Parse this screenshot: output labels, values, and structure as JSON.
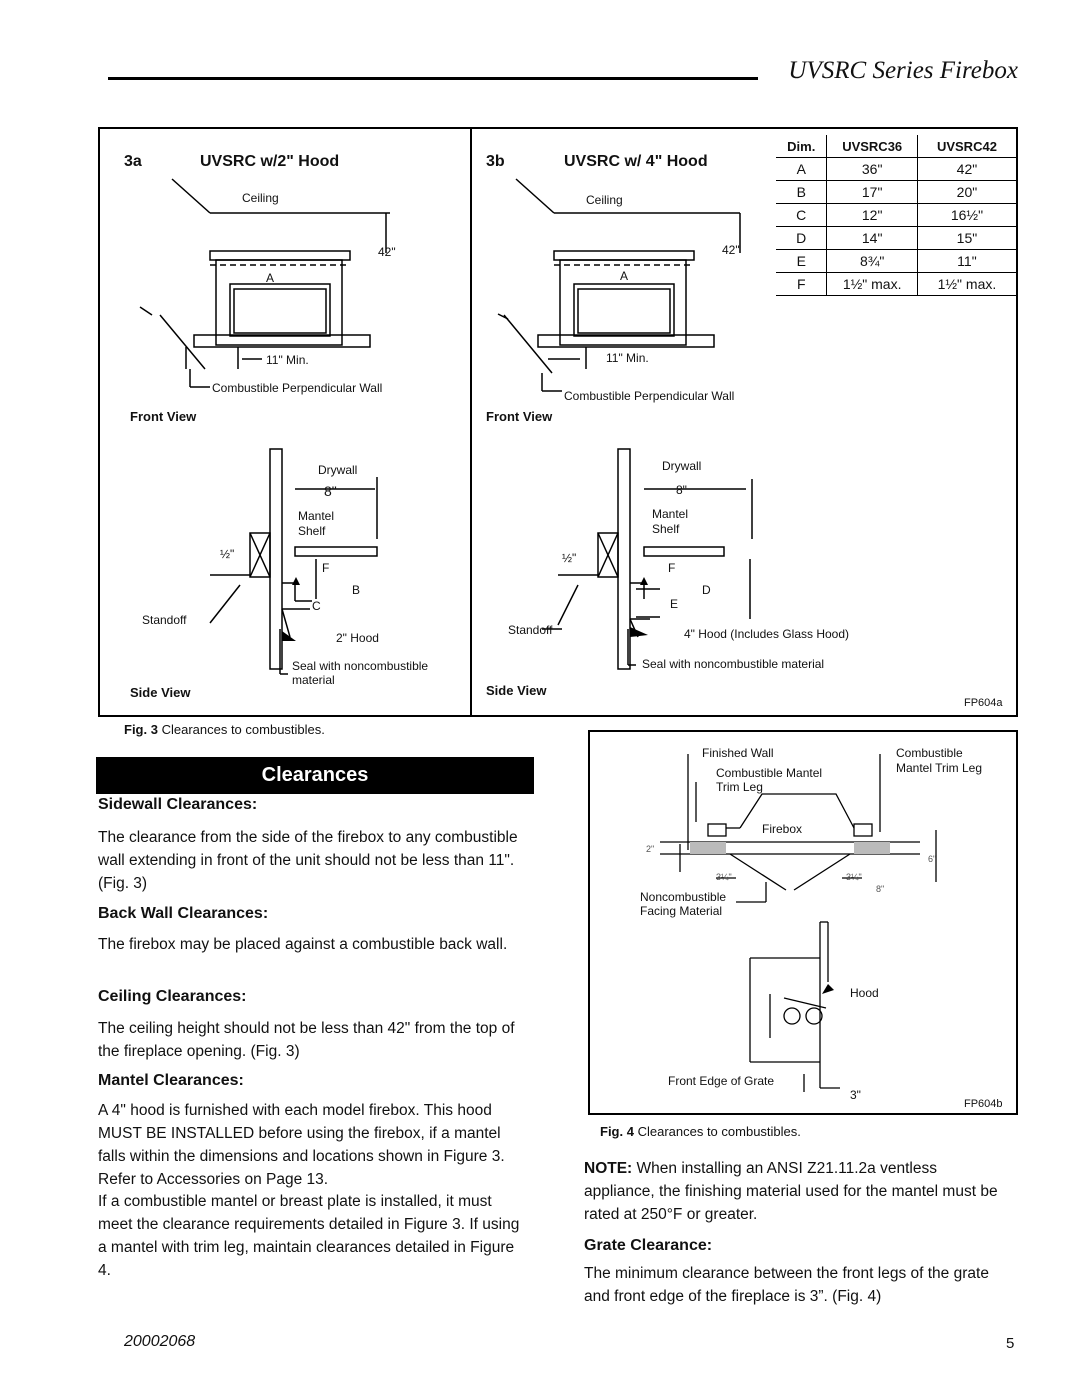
{
  "header": {
    "title": "UVSRC Series Firebox"
  },
  "figure3": {
    "panel_a": {
      "id": "3a",
      "title": "UVSRC w/2\" Hood"
    },
    "panel_b": {
      "id": "3b",
      "title": "UVSRC w/ 4\" Hood"
    },
    "labels": {
      "ceiling": "Ceiling",
      "h42": "42\"",
      "a": "A",
      "min11": "11\" Min.",
      "perp_wall": "Combustible Perpendicular Wall",
      "front_view": "Front View",
      "side_view": "Side View",
      "drywall": "Drywall",
      "eight": "8\"",
      "mantel": "Mantel",
      "shelf": "Shelf",
      "half": "½\"",
      "f": "F",
      "b": "B",
      "c": "C",
      "d": "D",
      "e": "E",
      "standoff": "Standoff",
      "hood2": "2\" Hood",
      "hood4": "4\" Hood (Includes Glass Hood)",
      "seal": "Seal with noncombustible",
      "seal2": "material",
      "seal_full": "Seal with noncombustible material",
      "code": "FP604a"
    },
    "table": {
      "headers": [
        "Dim.",
        "UVSRC36",
        "UVSRC42"
      ],
      "rows": [
        [
          "A",
          "36\"",
          "42\""
        ],
        [
          "B",
          "17\"",
          "20\""
        ],
        [
          "C",
          "12\"",
          "16½\""
        ],
        [
          "D",
          "14\"",
          "15\""
        ],
        [
          "E",
          "8¾\"",
          "11\""
        ],
        [
          "F",
          "1½\" max.",
          "1½\" max."
        ]
      ]
    },
    "caption_num": "Fig. 3",
    "caption": "Clearances to combustibles."
  },
  "section": {
    "banner": "Clearances",
    "sidewall_title": "Sidewall Clearances:",
    "sidewall_text": "The clearance from the side of the firebox to any combustible wall extending in front of the unit should not be less than 11\". (Fig. 3)",
    "back_title": "Back Wall Clearances:",
    "back_text": "The firebox may be placed against a combustible back wall.",
    "ceiling_title": "Ceiling Clearances:",
    "ceiling_text": "The ceiling height should not be less than 42\" from the top of the fireplace opening. (Fig. 3)",
    "mantel_title": "Mantel Clearances:",
    "mantel_text1": "A 4\" hood is furnished with each model firebox. This hood MUST BE INSTALLED before using the firebox, if a mantel falls within the dimensions and locations shown in Figure 3. Refer to Accessories on Page 13.",
    "mantel_text2": "If a combustible mantel or breast plate is installed, it must meet the clearance requirements detailed in Figure 3.  If using a mantel with trim leg, maintain clearances detailed in Figure 4."
  },
  "figure4": {
    "labels": {
      "finished_wall": "Finished Wall",
      "comb_mantel": "Combustible Mantel",
      "trim_leg": "Trim Leg",
      "comb": "Combustible",
      "mantel_trim_leg": "Mantel Trim Leg",
      "firebox": "Firebox",
      "two": "2\"",
      "six": "6\"",
      "q1": "3¼\"",
      "q2": "3¼\"",
      "eight": "8\"",
      "noncomb": "Noncombustible",
      "facing": "Facing Material",
      "hood": "Hood",
      "grate_edge": "Front Edge of Grate",
      "three": "3\"",
      "code": "FP604b"
    },
    "caption_num": "Fig. 4",
    "caption": "Clearances to combustibles."
  },
  "note": {
    "label": "NOTE:",
    "text": "When installing an ANSI Z21.11.2a ventless appliance, the finishing material used for the mantel must be rated at 250°F or greater."
  },
  "grate": {
    "title": "Grate Clearance:",
    "text": "The minimum clearance between the front legs of the grate and front edge of the fireplace is 3”. (Fig. 4)"
  },
  "footer": {
    "doc_number": "20002068",
    "page": "5"
  }
}
